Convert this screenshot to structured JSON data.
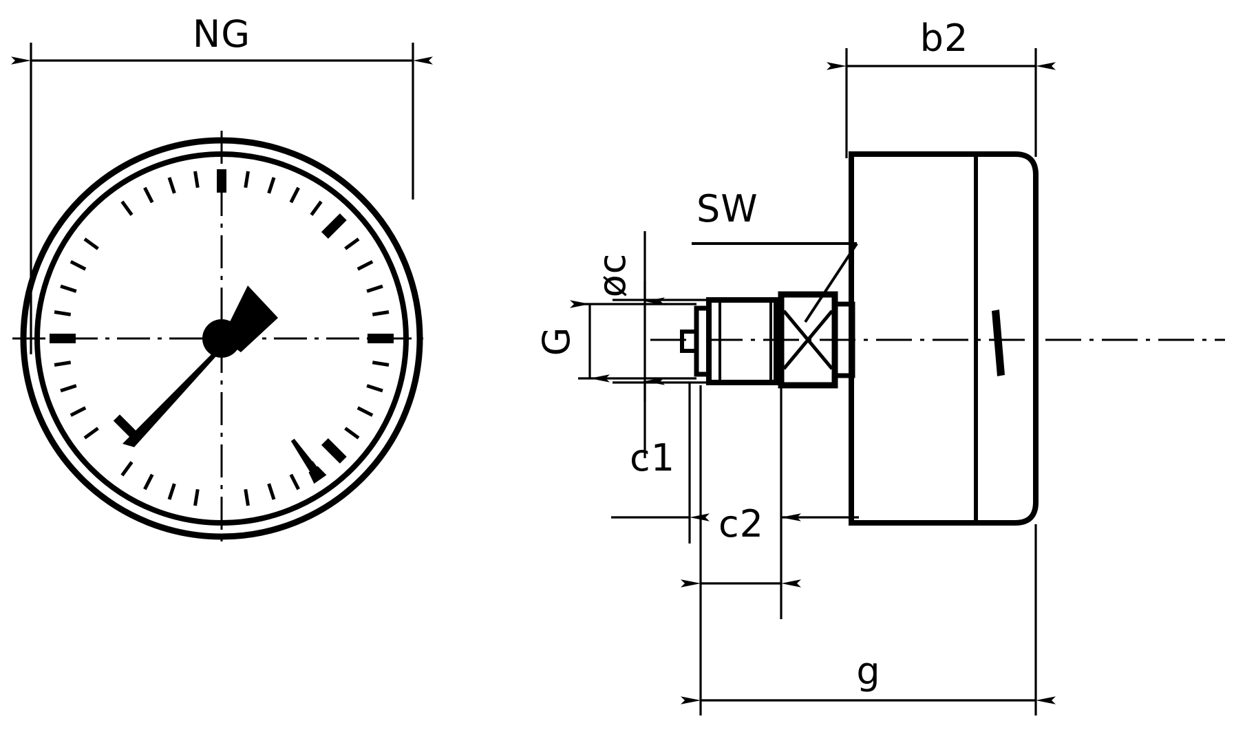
{
  "drawing": {
    "type": "engineering-dimension-drawing",
    "subject": "pressure gauge (manometer) with back/axial threaded connection",
    "background_color": "#ffffff",
    "line_color": "#000000",
    "views": {
      "front": {
        "name": "front-view-dial",
        "description": "circular gauge face with bezel ring, scale ticks and pointer"
      },
      "side": {
        "name": "side-view-section",
        "description": "side elevation showing case, bezel, hex SW flat and threaded stem"
      }
    },
    "dimension_labels": [
      {
        "id": "NG",
        "label": "NG",
        "view": "front",
        "meaning": "nominal size / bezel outer diameter",
        "orientation": "horizontal",
        "arrows": "outward"
      },
      {
        "id": "b2",
        "label": "b2",
        "view": "side",
        "meaning": "case depth",
        "orientation": "horizontal",
        "arrows": "outward"
      },
      {
        "id": "SW",
        "label": "SW",
        "view": "side",
        "meaning": "wrench flat across size",
        "orientation": "horizontal",
        "arrows": "leader"
      },
      {
        "id": "phi_c",
        "label": "øc",
        "view": "side",
        "meaning": "connection spigot diameter",
        "orientation": "vertical-rotated",
        "arrows": "outward"
      },
      {
        "id": "G",
        "label": "G",
        "view": "side",
        "meaning": "thread size",
        "orientation": "vertical",
        "arrows": "inward"
      },
      {
        "id": "c1",
        "label": "c1",
        "view": "side",
        "meaning": "first axial connection length",
        "orientation": "horizontal",
        "arrows": "outward"
      },
      {
        "id": "c2",
        "label": "c2",
        "view": "side",
        "meaning": "second axial connection length",
        "orientation": "horizontal",
        "arrows": "inward"
      },
      {
        "id": "g",
        "label": "g",
        "view": "side",
        "meaning": "overall length",
        "orientation": "horizontal",
        "arrows": "inward"
      }
    ],
    "dial": {
      "major_tick_count": 5,
      "minor_tick_count": 36,
      "pointer_angle_deg": 228,
      "set_mark_angle_deg": 55,
      "has_center_hub": true,
      "has_centerlines": true
    },
    "colors": {
      "stroke": "#000000",
      "fill": "#ffffff",
      "accent": "#000000"
    }
  }
}
